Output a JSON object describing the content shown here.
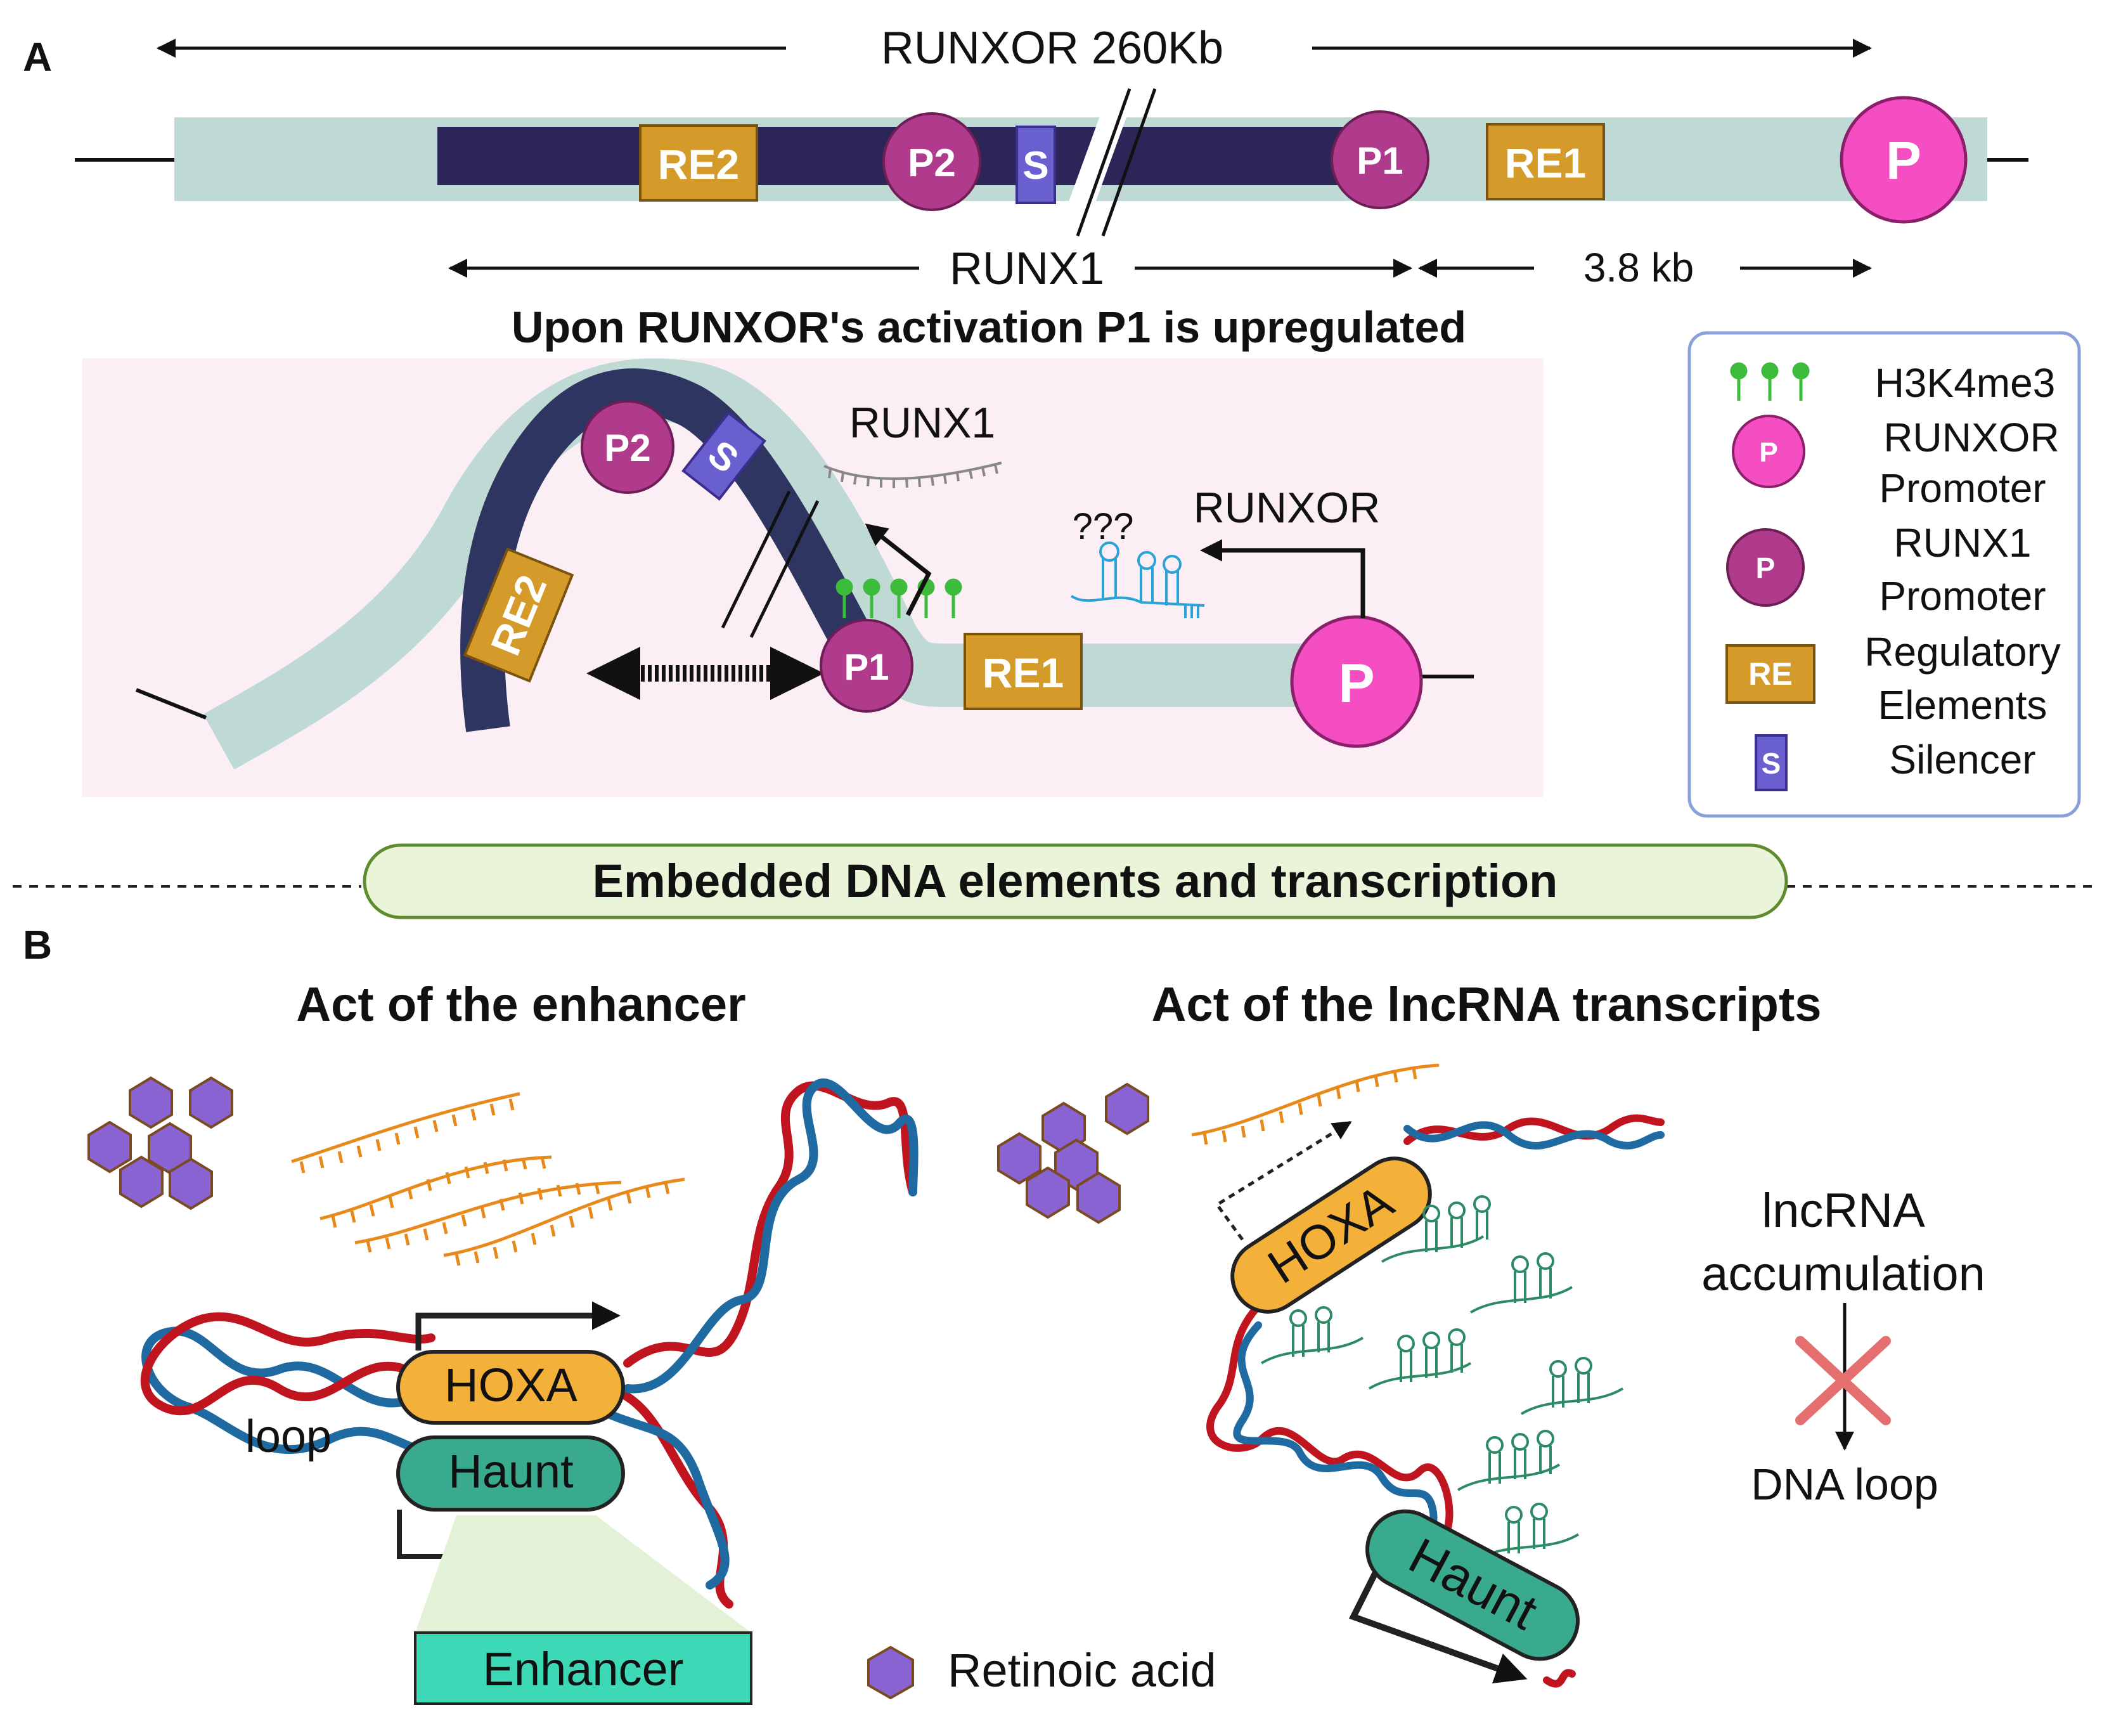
{
  "panel_a": {
    "label": "A",
    "runxor_length": "RUNXOR 260Kb",
    "runx1_label": "RUNX1",
    "distance_label": "3.8 kb",
    "elements": {
      "re2": "RE2",
      "p2": "P2",
      "silencer": "S",
      "p1": "P1",
      "re1": "RE1",
      "runxor_promoter": "P"
    },
    "headline": "Upon RUNXOR's activation P1 is upregulated",
    "loop_diagram": {
      "transcript_runx1": "RUNX1",
      "transcript_runxor": "RUNXOR",
      "unknown_mark": "???",
      "re2": "RE2",
      "p2": "P2",
      "silencer": "S",
      "p1": "P1",
      "re1": "RE1",
      "runxor_promoter": "P"
    },
    "legend": [
      {
        "key": "h3k4me3",
        "icon": "histone-mark-icon",
        "text": "H3K4me3"
      },
      {
        "key": "runxor_promoter",
        "icon": "P",
        "line1": "RUNXOR",
        "line2": "Promoter"
      },
      {
        "key": "runx1_promoter",
        "icon": "P",
        "line1": "RUNX1",
        "line2": "Promoter"
      },
      {
        "key": "regulatory",
        "icon": "RE",
        "line1": "Regulatory",
        "line2": "Elements"
      },
      {
        "key": "silencer",
        "icon": "S",
        "text": "Silencer"
      }
    ]
  },
  "divider_title": "Embedded DNA elements and transcription",
  "panel_b": {
    "label": "B",
    "left": {
      "title": "Act of the enhancer",
      "loop_label": "loop",
      "gene_hoxa": "HOXA",
      "gene_haunt": "Haunt",
      "enhancer_label": "Enhancer"
    },
    "right": {
      "title": "Act of the lncRNA transcripts",
      "gene_hoxa": "HOXA",
      "gene_haunt": "Haunt",
      "accumulation_line1": "lncRNA",
      "accumulation_line2": "accumulation",
      "dna_loop": "DNA loop"
    },
    "legend_retinoic": "Retinoic acid"
  },
  "colors": {
    "dna_light": "#bfdad5",
    "dna_dark": "#2b2657",
    "regulatory": "#d49a2a",
    "regulatory_border": "#7a5310",
    "runx1_promoter": "#b03a8c",
    "runxor_promoter": "#f54ec2",
    "silencer": "#6a5fcf",
    "histone_mark": "#3dbb3a",
    "loop_bg": "#fbeef4",
    "banner_bg": "#e9f4d9",
    "banner_border": "#5f8c2f",
    "hoxa": "#f3b13a",
    "haunt": "#3aaa8e",
    "enhancer": "#3dd9b7",
    "retinoic_acid": "#8a63d2",
    "strand_red": "#c0141f",
    "strand_blue": "#1f6aa0",
    "rna_orange": "#e88a1b",
    "lncrna_green": "#2e8a64",
    "cross": "#e56e6e"
  }
}
